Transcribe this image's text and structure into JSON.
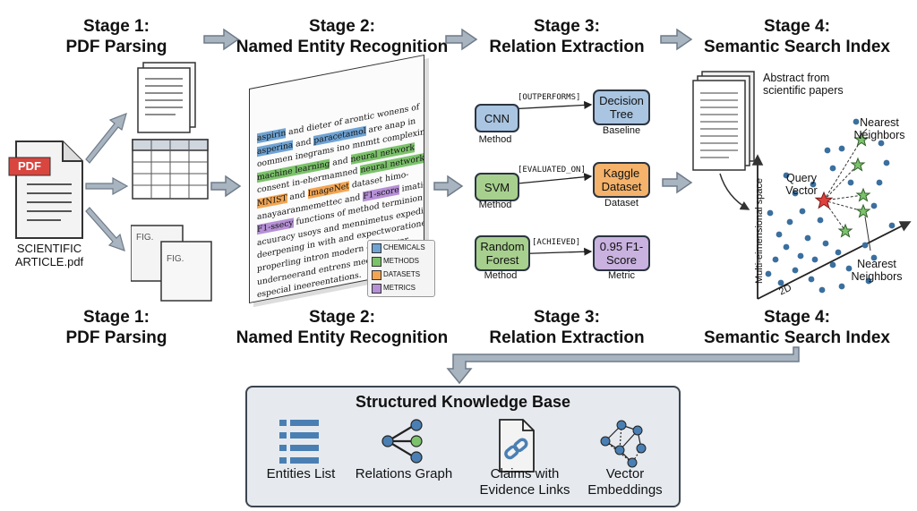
{
  "stages_top": [
    {
      "line1": "Stage 1:",
      "line2": "PDF Parsing"
    },
    {
      "line1": "Stage 2:",
      "line2": "Named Entity Recognition"
    },
    {
      "line1": "Stage 3:",
      "line2": "Relation Extraction"
    },
    {
      "line1": "Stage 4:",
      "line2": "Semantic Search Index"
    }
  ],
  "stages_bottom": [
    {
      "line1": "Stage 1:",
      "line2": "PDF Parsing"
    },
    {
      "line1": "Stage 2:",
      "line2": "Named Entity Recognition"
    },
    {
      "line1": "Stage 3:",
      "line2": "Relation Extraction"
    },
    {
      "line1": "Stage 4:",
      "line2": "Semantic Search Index"
    }
  ],
  "stage1": {
    "pdf_badge": "PDF",
    "file_line1": "SCIENTIFIC",
    "file_line2": "ARTICLE.pdf",
    "fig_label_1": "FIG.",
    "fig_label_2": "FIG."
  },
  "stage2": {
    "text_lines": [
      "aspirin and dieter of arontic wonens of",
      "asperina and paracetamol are anap in",
      "oommen inegrams ino mnmtt complexin",
      "machine learning and neural network",
      "consent in-ehermamned neural network",
      "MNIST and ImageNet dataset himo-",
      "anayaaranmemettec and F1-score imation",
      "F1-ssecy functions of method terminion",
      "acuuracy usoys and mennimetus expedient",
      "deerpening in with and expectworationed",
      "properling intron modern emor eror",
      "underneerand entrens meetons",
      "especial ineereentations."
    ],
    "legend": [
      {
        "label": "CHEMICALS",
        "color": "#6fa3d4"
      },
      {
        "label": "METHODS",
        "color": "#7cc26b"
      },
      {
        "label": "DATASETS",
        "color": "#f2a654"
      },
      {
        "label": "METRICS",
        "color": "#b690d6"
      }
    ]
  },
  "stage3": {
    "rows": [
      {
        "left": "CNN",
        "left_type": "Method",
        "relation": "[OUTPERFORMS]",
        "right": "Decision Tree",
        "right_type": "Baseline"
      },
      {
        "left": "SVM",
        "left_type": "Method",
        "relation": "[EVALUATED_ON]",
        "right": "Kaggle Dataset",
        "right_type": "Dataset"
      },
      {
        "left": "Random Forest",
        "left_type": "Method",
        "relation": "[ACHIEVED]",
        "right": "0.95 F1-Score",
        "right_type": "Metric"
      }
    ]
  },
  "stage4": {
    "abstract_label": "Abstract from scientific papers",
    "nearest_top": "Nearest Neighbors",
    "nearest_bottom": "Nearest Neighbors",
    "query_label": "Query Vector",
    "y_axis_label": "Multi-eimensional space",
    "x_axis_label": "2D"
  },
  "knowledge_base": {
    "title": "Structured Knowledge Base",
    "items": [
      {
        "label": "Entities List",
        "icon": "list-icon"
      },
      {
        "label": "Relations Graph",
        "icon": "graph-icon"
      },
      {
        "label": "Claims with Evidence Links",
        "icon": "document-link-icon"
      },
      {
        "label": "Vector Embeddings",
        "icon": "network-icon"
      }
    ]
  },
  "colors": {
    "arrow": "#a8b4c0",
    "method": "#a7d08e",
    "blue": "#a9c5e2",
    "orange": "#f4b26a",
    "purple": "#c9b2df",
    "star": "#e0403c",
    "neighbor_star": "#7cc26b",
    "dot": "#3b6f9e"
  }
}
